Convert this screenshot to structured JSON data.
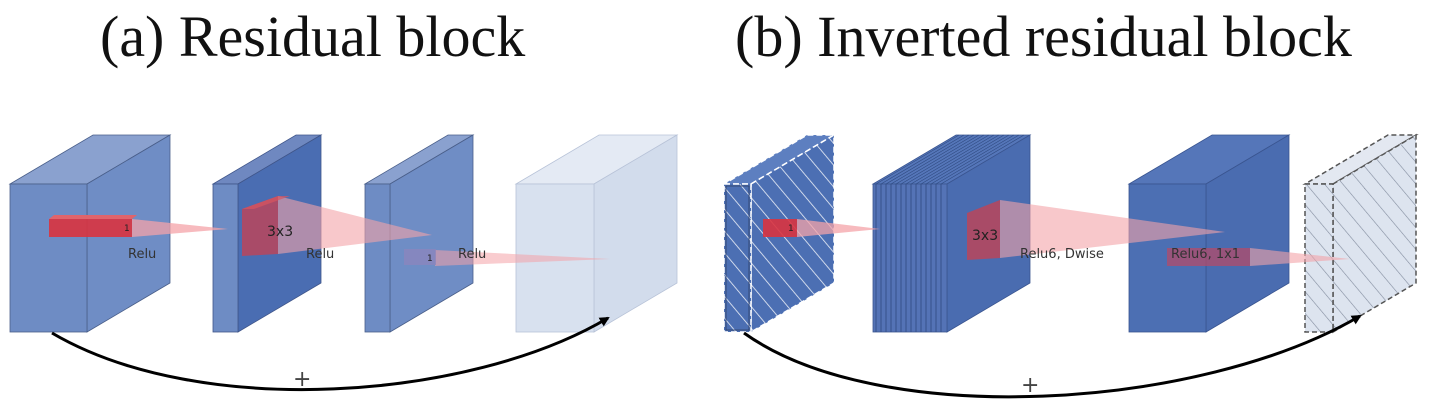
{
  "titles": {
    "a": "(a) Residual block",
    "b": "(b) Inverted residual block"
  },
  "residual_block": {
    "kernel_labels": [
      "1",
      "3x3",
      "1"
    ],
    "activation_labels": [
      "Relu",
      "Relu",
      "Relu"
    ],
    "skip_symbol": "+"
  },
  "inverted_residual_block": {
    "kernel_labels": [
      "1",
      "3x3"
    ],
    "activation_labels": [
      "Relu6, Dwise",
      "Relu6, 1x1"
    ],
    "skip_symbol": "+"
  },
  "colors": {
    "block": "#6e8cc4",
    "block_dark": "#4c6fb3",
    "block_faded": "#d8e1ef",
    "kernel": "#d9333f",
    "projection": "#f4a3a8"
  }
}
